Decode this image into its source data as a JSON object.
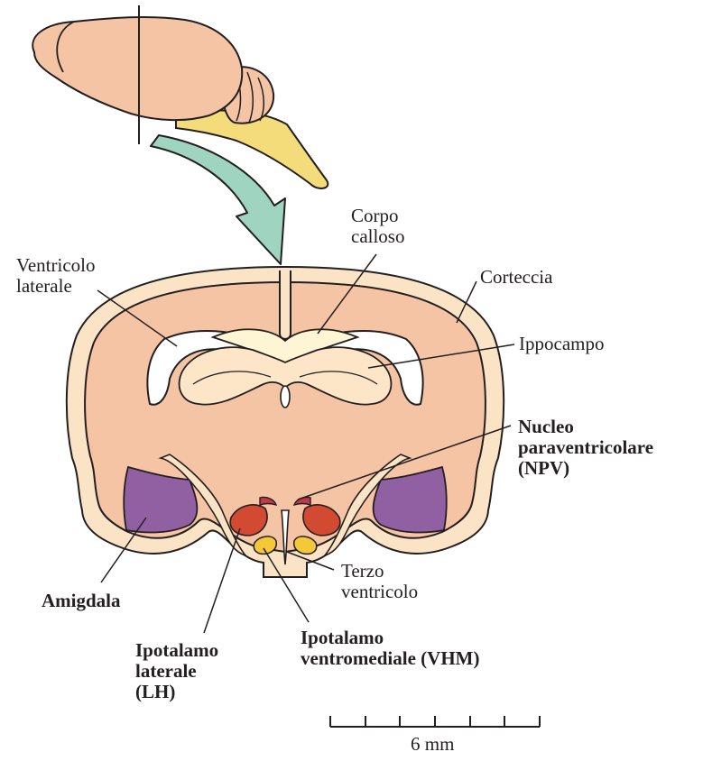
{
  "labels": {
    "corpo_calloso": "Corpo\ncalloso",
    "ventricolo_laterale": "Ventricolo\nlaterale",
    "corteccia": "Corteccia",
    "ippocampo": "Ippocampo",
    "nucleo_paraventricolare": "Nucleo\nparaventricolare\n(NPV)",
    "terzo_ventricolo": "Terzo\nventricolo",
    "amigdala": "Amigdala",
    "ipotalamo_laterale": "Ipotalamo\nlaterale\n(LH)",
    "ipotalamo_ventromediale": "Ipotalamo\nventromediale (VHM)",
    "scale_bar": "6 mm"
  },
  "colors": {
    "brain_tissue": "#f5c4a4",
    "brain_outline": "#231f20",
    "cortex_band": "#fbe3c6",
    "corpus_callosum": "#fdf5d3",
    "hippocampus": "#fde6c8",
    "brainstem": "#f5dc7a",
    "arrow": "#9fd4c0",
    "amygdala": "#9160a3",
    "lateral_hypothalamus": "#d24a32",
    "ventromedial_hypothalamus": "#f5c83a",
    "paraventricular_nucleus": "#c0384a"
  }
}
